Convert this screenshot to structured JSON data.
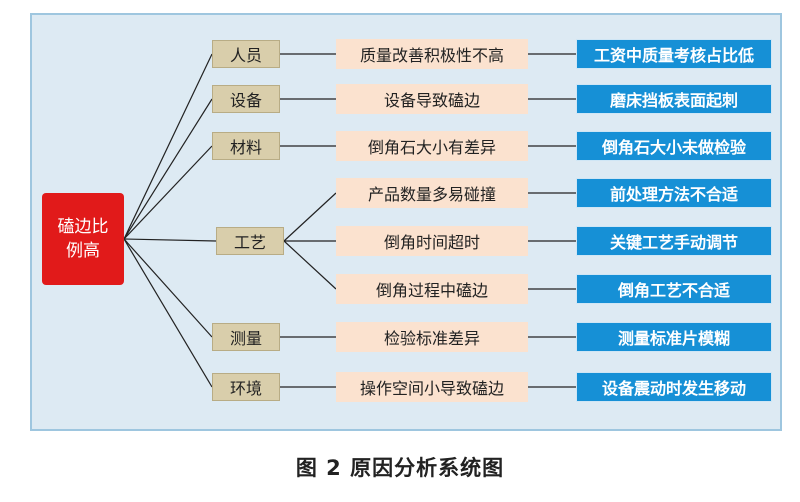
{
  "root": {
    "line1": "磕边比",
    "line2": "例高"
  },
  "categories": [
    {
      "label": "人员"
    },
    {
      "label": "设备"
    },
    {
      "label": "材料"
    },
    {
      "label": "工艺"
    },
    {
      "label": "测量"
    },
    {
      "label": "环境"
    }
  ],
  "causes": [
    {
      "label": "质量改善积极性不高"
    },
    {
      "label": "设备导致磕边"
    },
    {
      "label": "倒角石大小有差异"
    },
    {
      "label": "产品数量多易碰撞"
    },
    {
      "label": "倒角时间超时"
    },
    {
      "label": "倒角过程中磕边"
    },
    {
      "label": "检验标准差异"
    },
    {
      "label": "操作空间小导致磕边"
    }
  ],
  "root_causes": [
    {
      "label": "工资中质量考核占比低"
    },
    {
      "label": "磨床挡板表面起刺"
    },
    {
      "label": "倒角石大小未做检验"
    },
    {
      "label": "前处理方法不合适"
    },
    {
      "label": "关键工艺手动调节"
    },
    {
      "label": "倒角工艺不合适"
    },
    {
      "label": "测量标准片模糊"
    },
    {
      "label": "设备震动时发生移动"
    }
  ],
  "caption": "图 2   原因分析系统图",
  "colors": {
    "root": "#e11a1a",
    "category": "#d9ceab",
    "cause": "#fbe2cf",
    "root_cause": "#1690d6",
    "panel": "#ddeaf3"
  }
}
